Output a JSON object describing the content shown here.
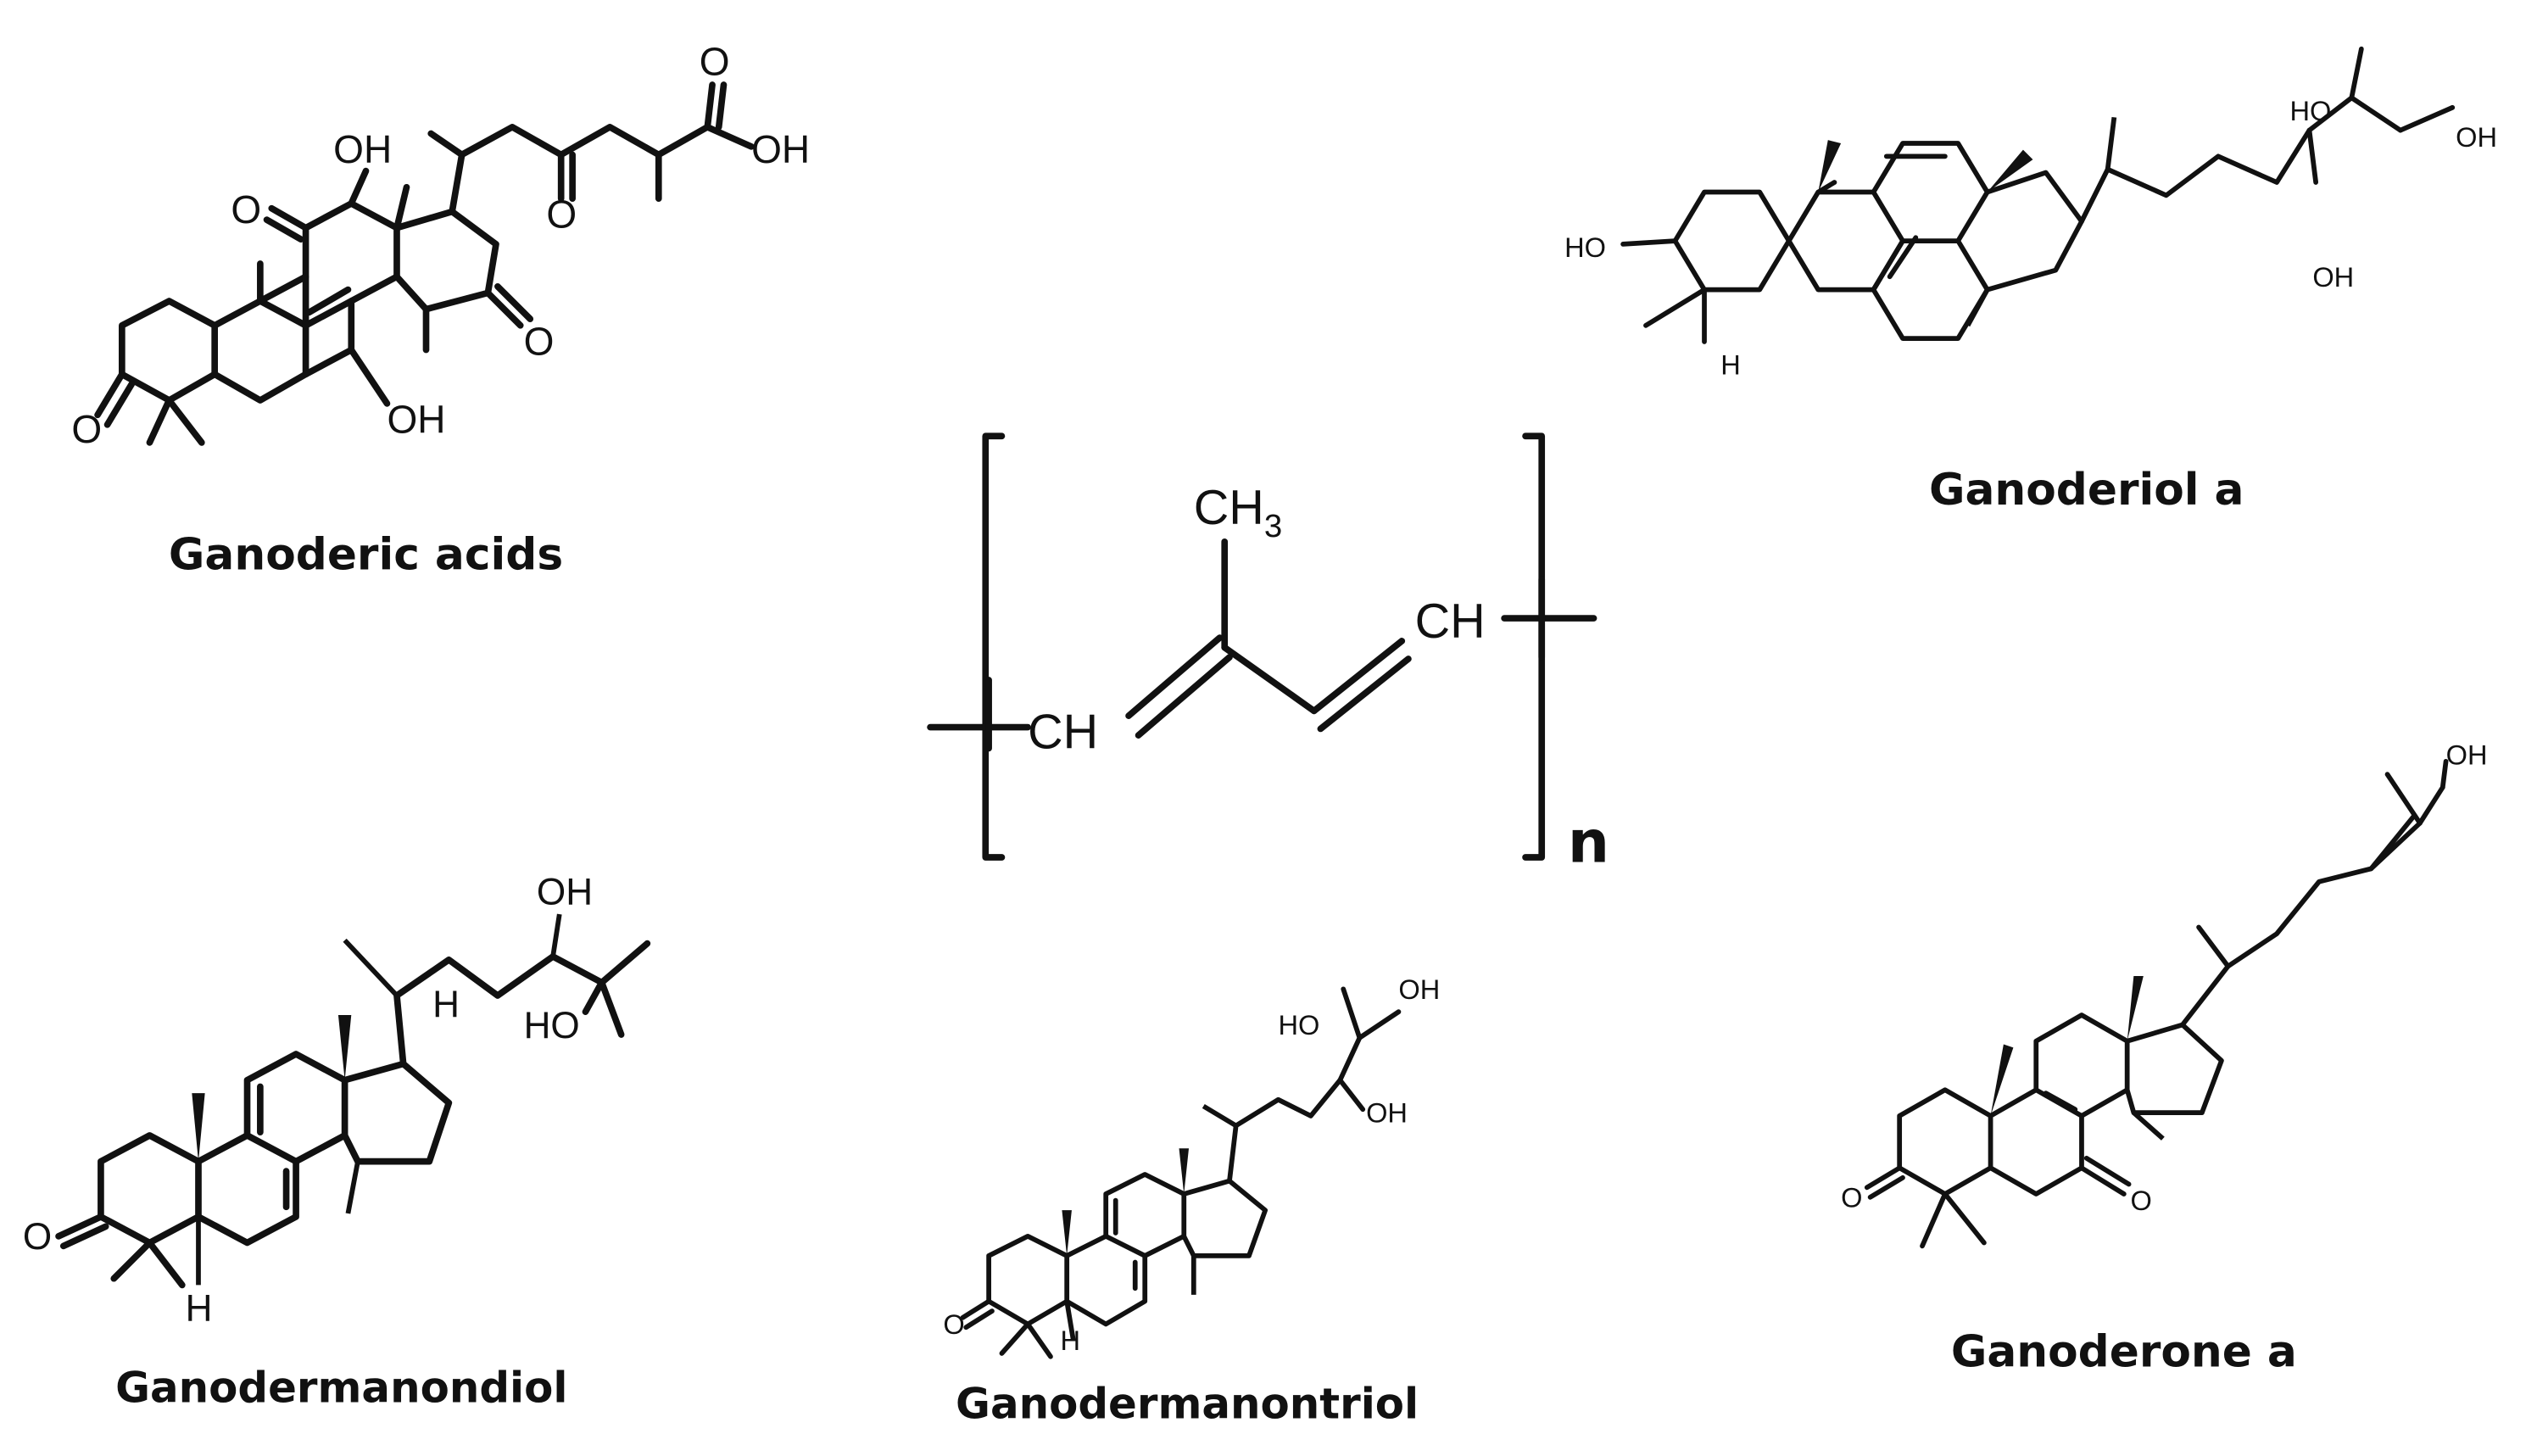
{
  "compounds": {
    "ganoderic_acids": {
      "label": "Ganoderic acids",
      "atoms": [
        "OH",
        "O",
        "OH",
        "O",
        "O",
        "O",
        "OH"
      ]
    },
    "ganoderiol_a": {
      "label": "Ganoderiol a",
      "atoms": [
        "HO",
        "HO",
        "OH",
        "OH",
        "H"
      ]
    },
    "isoprene_unit": {
      "atoms": [
        "CH3",
        "CH",
        "CH"
      ],
      "subscript": "n"
    },
    "ganodermanondiol": {
      "label": "Ganodermanondiol",
      "atoms": [
        "OH",
        "HO",
        "H",
        "O",
        "H"
      ]
    },
    "ganodermanontriol": {
      "label": "Ganodermanontriol",
      "atoms": [
        "HO",
        "OH",
        "OH",
        "O",
        "H"
      ]
    },
    "ganoderone_a": {
      "label": "Ganoderone a",
      "atoms": [
        "OH",
        "O",
        "O"
      ]
    }
  },
  "colors": {
    "ink": "#111111",
    "background": "#ffffff"
  }
}
